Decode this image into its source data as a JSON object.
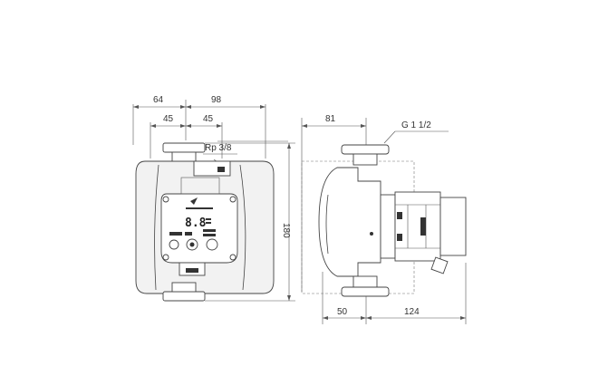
{
  "dimensions": {
    "front_left_width": "64",
    "front_right_width": "98",
    "front_inlet_left": "45",
    "front_inlet_right": "45",
    "port_thread": "Rp 3/8",
    "overall_height": "180",
    "side_top_width": "81",
    "side_connection": "G 1 1/2",
    "side_bottom_left": "50",
    "side_bottom_right": "124"
  },
  "display": {
    "readout": "8.8"
  }
}
